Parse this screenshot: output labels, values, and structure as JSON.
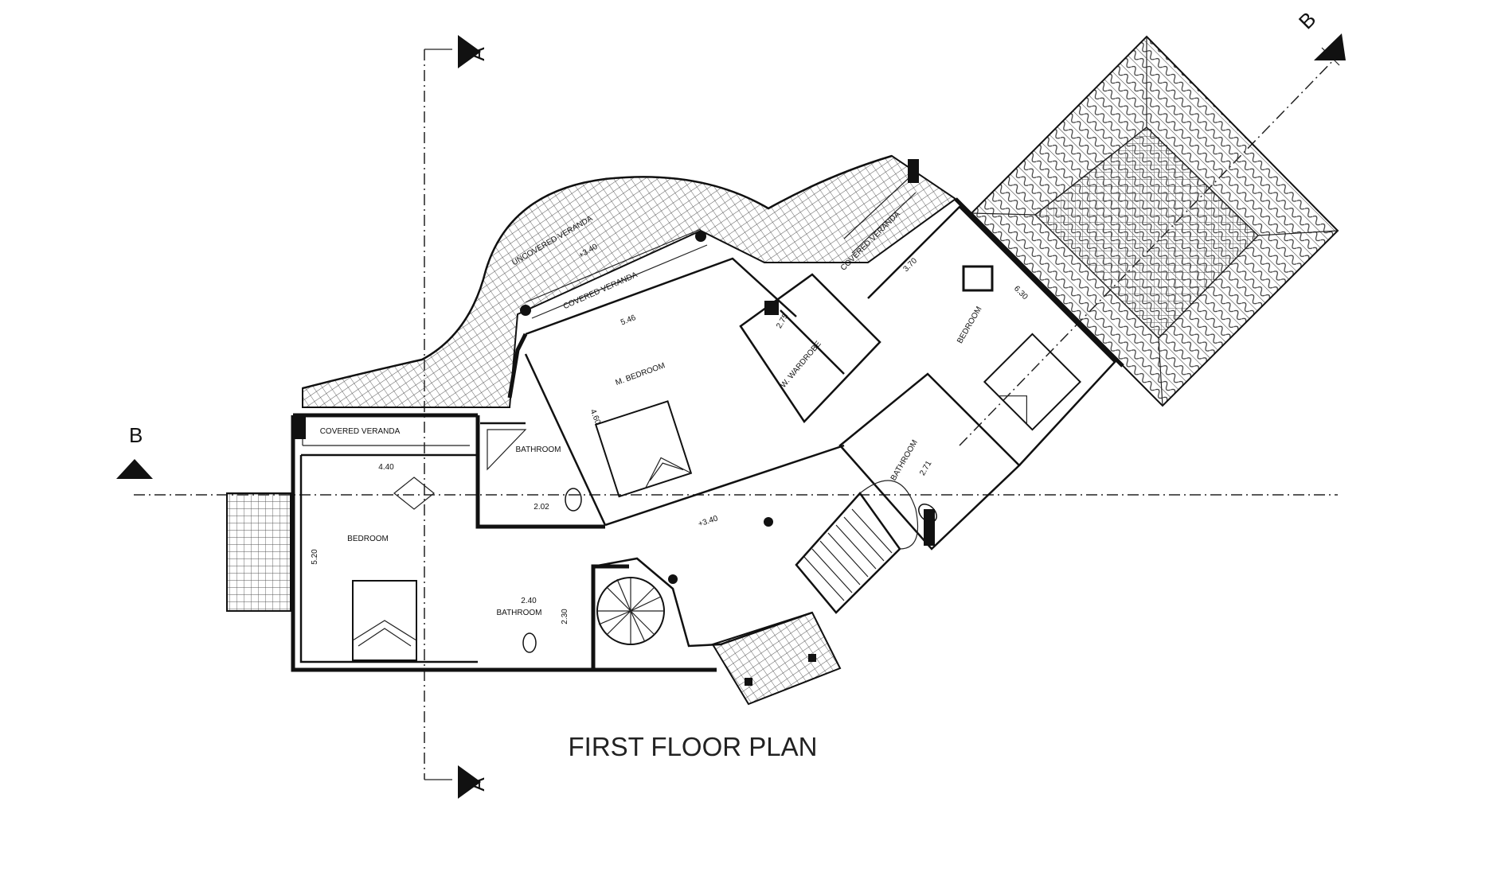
{
  "title": "FIRST FLOOR PLAN",
  "section_markers": {
    "a_top": "A",
    "a_bottom": "A",
    "b_left": "B",
    "b_right": "B"
  },
  "rooms": {
    "uncovered_veranda": "UNCOVERED VERANDA",
    "covered_veranda_top": "COVERED VERANDA",
    "covered_veranda_right": "COVERED VERANDA",
    "covered_veranda_left": "COVERED VERANDA",
    "master_bedroom": "M. BEDROOM",
    "bedroom_right": "BEDROOM",
    "bedroom_left": "BEDROOM",
    "bathroom_center": "BATHROOM",
    "bathroom_left": "BATHROOM",
    "bathroom_right": "BATHROOM",
    "wardrobe": "W. WARDROBE"
  },
  "dimensions": {
    "level_veranda": "+3.40",
    "level_hall": "+3.40",
    "mbed_width": "5.46",
    "mbed_depth": "4.60",
    "wardrobe": "2.75",
    "bedroom_right_width": "3.70",
    "bedroom_right_depth": "6.30",
    "bath_right": "2.71",
    "bedroom_left_width": "4.40",
    "bedroom_left_depth": "5.20",
    "bath_center": "2.02",
    "bath_left_width": "2.40",
    "bath_left_depth": "2.30"
  },
  "colors": {
    "line": "#111111",
    "tile_stroke": "#444444",
    "background": "#ffffff"
  }
}
